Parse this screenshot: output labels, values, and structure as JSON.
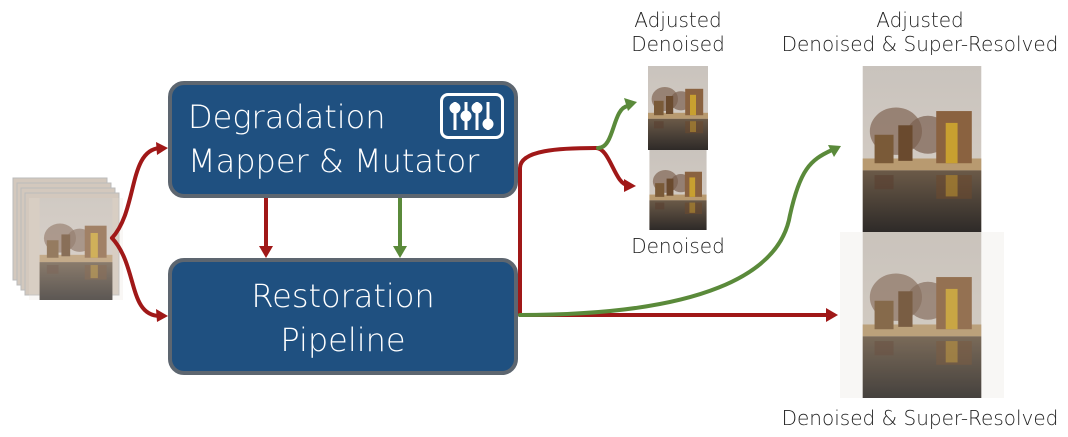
{
  "degradation_box": {
    "line1": "Degradation",
    "line2": "Mapper & Mutator",
    "icon": "sliders-icon"
  },
  "restoration_box": {
    "line1": "Restoration",
    "line2": "Pipeline"
  },
  "captions": {
    "adjusted_denoised_line1": "Adjusted",
    "adjusted_denoised_line2": "Denoised",
    "denoised": "Denoised",
    "adjusted_sr_line1": "Adjusted",
    "adjusted_sr_line2": "Denoised & Super-Resolved",
    "sr": "Denoised & Super-Resolved"
  },
  "colors": {
    "box_fill": "#1f5080",
    "box_border": "#5d6670",
    "red_arrow": "#a01818",
    "green_arrow": "#5a8a3a"
  }
}
